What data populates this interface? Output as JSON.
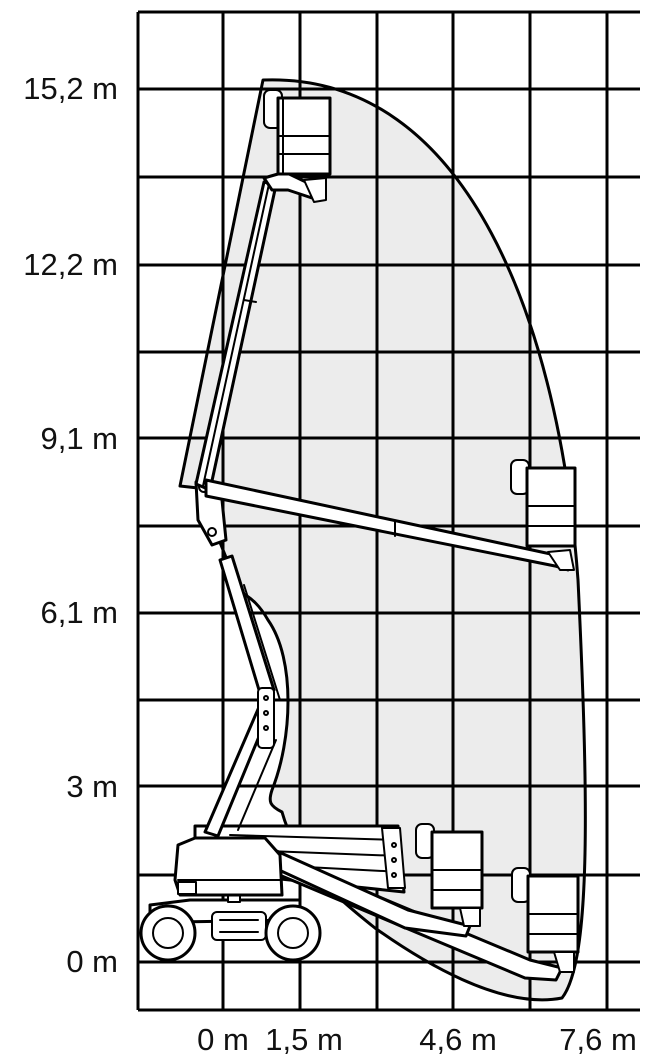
{
  "diagram": {
    "y_axis_labels": [
      "15,2 m",
      "12,2 m",
      "9,1 m",
      "6,1 m",
      "3 m",
      "0 m"
    ],
    "x_axis_labels": [
      "0 m",
      "1,5 m",
      "4,6 m",
      "7,6 m"
    ]
  }
}
